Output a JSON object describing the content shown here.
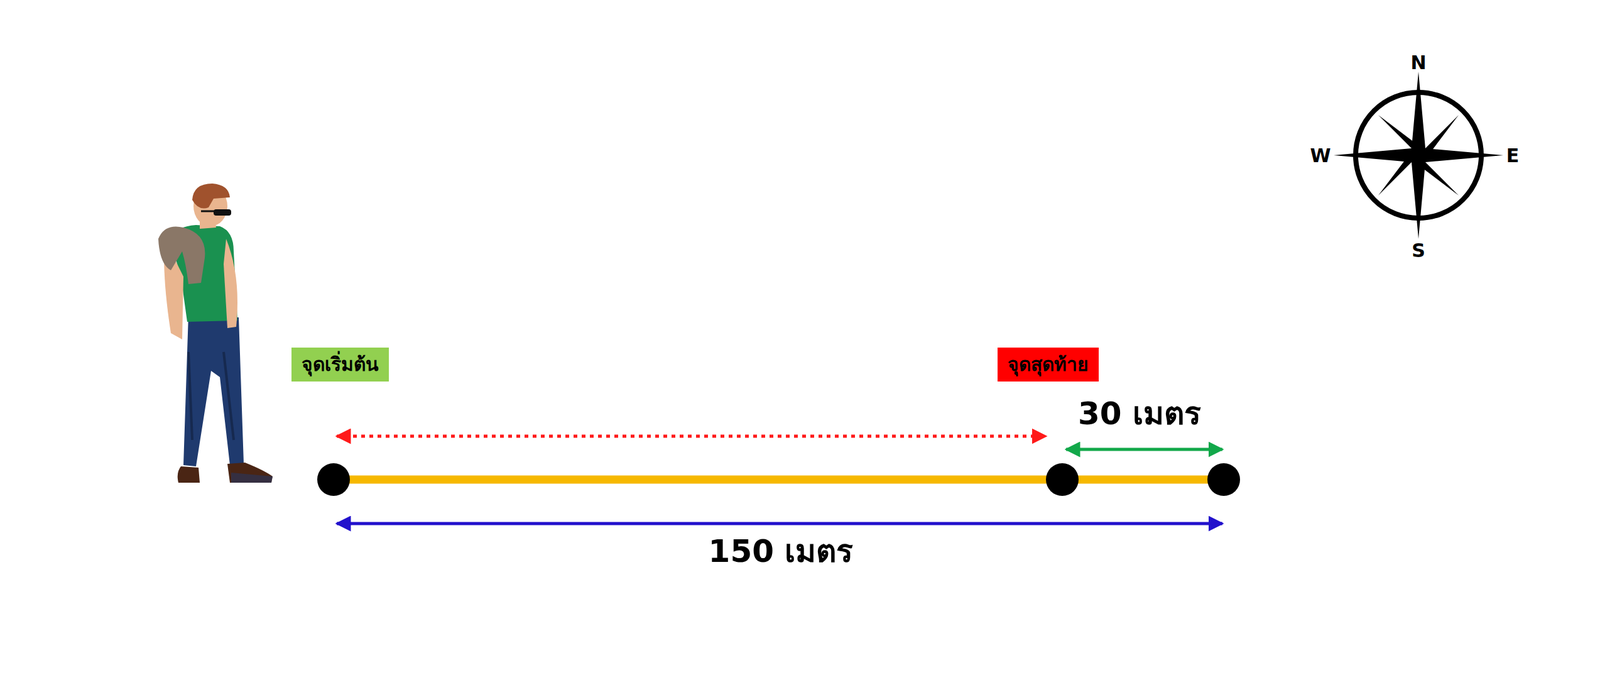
{
  "diagram": {
    "nodes": [
      {
        "text": [
          "จุดเริ่มต้น"
        ]
      },
      {
        "text": [
          "จุดสุดท้าย"
        ]
      }
    ],
    "labels": [
      "30 เมตร",
      "150 เมตร",
      "N",
      "E",
      "S",
      "W"
    ]
  }
}
